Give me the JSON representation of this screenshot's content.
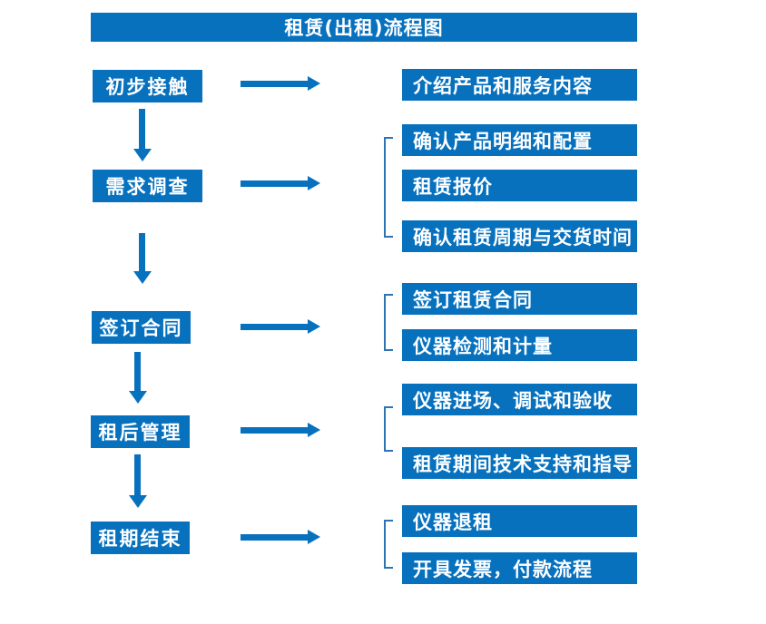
{
  "title": "租赁(出租)流程图",
  "colors": {
    "primary": "#0771be",
    "bracket": "#2e74b5",
    "text_on_primary": "#ffffff",
    "background": "#ffffff"
  },
  "steps": [
    {
      "label": "初步接触",
      "details": [
        "介绍产品和服务内容"
      ]
    },
    {
      "label": "需求调查",
      "details": [
        "确认产品明细和配置",
        "租赁报价",
        "确认租赁周期与交货时间"
      ]
    },
    {
      "label": "签订合同",
      "details": [
        "签订租赁合同",
        "仪器检测和计量"
      ]
    },
    {
      "label": "租后管理",
      "details": [
        "仪器进场、调试和验收",
        "租赁期间技术支持和指导"
      ]
    },
    {
      "label": "租期结束",
      "details": [
        "仪器退租",
        "开具发票，付款流程"
      ]
    }
  ]
}
